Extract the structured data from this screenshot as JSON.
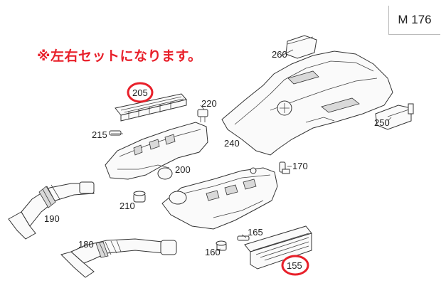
{
  "model": "M 176",
  "notice": "※左右セットになります。",
  "parts": {
    "p155": "155",
    "p160": "160",
    "p165": "165",
    "p170": "170",
    "p180": "180",
    "p190": "190",
    "p200": "200",
    "p205": "205",
    "p210": "210",
    "p215": "215",
    "p220": "220",
    "p240": "240",
    "p250": "250",
    "p260": "260"
  },
  "highlight_color": "#e8202a"
}
